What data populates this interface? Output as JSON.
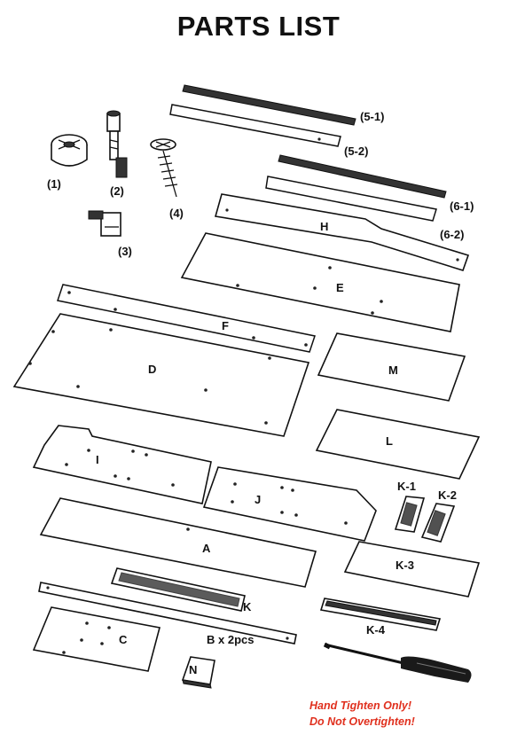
{
  "title": "PARTS LIST",
  "hardware": [
    {
      "id": "hw-1",
      "label": "(1)",
      "icon": "cam-lock-icon"
    },
    {
      "id": "hw-2",
      "label": "(2)",
      "icon": "cam-bolt-icon"
    },
    {
      "id": "hw-3",
      "label": "(3)",
      "icon": "shelf-pin-icon"
    },
    {
      "id": "hw-4",
      "label": "(4)",
      "icon": "screw-icon"
    }
  ],
  "parts": {
    "r51": "(5-1)",
    "r52": "(5-2)",
    "r61": "(6-1)",
    "r62": "(6-2)",
    "H": "H",
    "E": "E",
    "F": "F",
    "D": "D",
    "M": "M",
    "L": "L",
    "I": "I",
    "J": "J",
    "K1": "K-1",
    "K2": "K-2",
    "A": "A",
    "K3": "K-3",
    "K": "K",
    "K4": "K-4",
    "B": "B x 2pcs",
    "C": "C",
    "N": "N"
  },
  "tool": {
    "icon": "screwdriver-icon"
  },
  "warning": {
    "line1": "Hand Tighten Only!",
    "line2": "Do Not Overtighten!"
  }
}
